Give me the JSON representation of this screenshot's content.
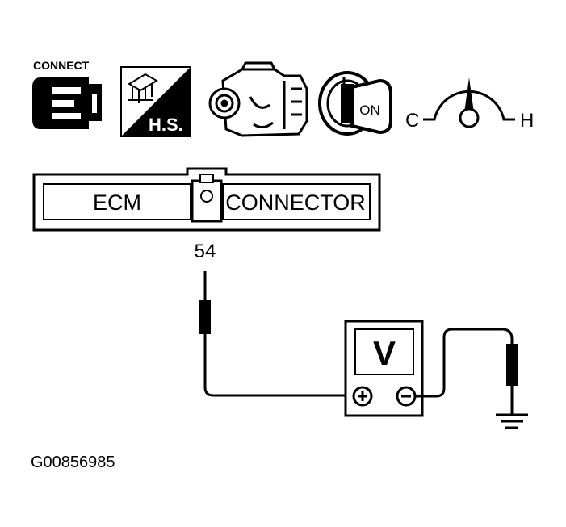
{
  "icons": {
    "connect_label": "CONNECT",
    "hs_label": "H.S.",
    "ignition_label": "ON",
    "temp_cold_label": "C",
    "temp_hot_label": "H"
  },
  "connector": {
    "left_label": "ECM",
    "right_label": "CONNECTOR"
  },
  "terminal": {
    "number": "54"
  },
  "meter": {
    "symbol": "V",
    "positive_symbol": "⊕",
    "negative_symbol": "⊖"
  },
  "figure_id": "G00856985",
  "colors": {
    "ink": "#000000",
    "paper": "#ffffff"
  }
}
